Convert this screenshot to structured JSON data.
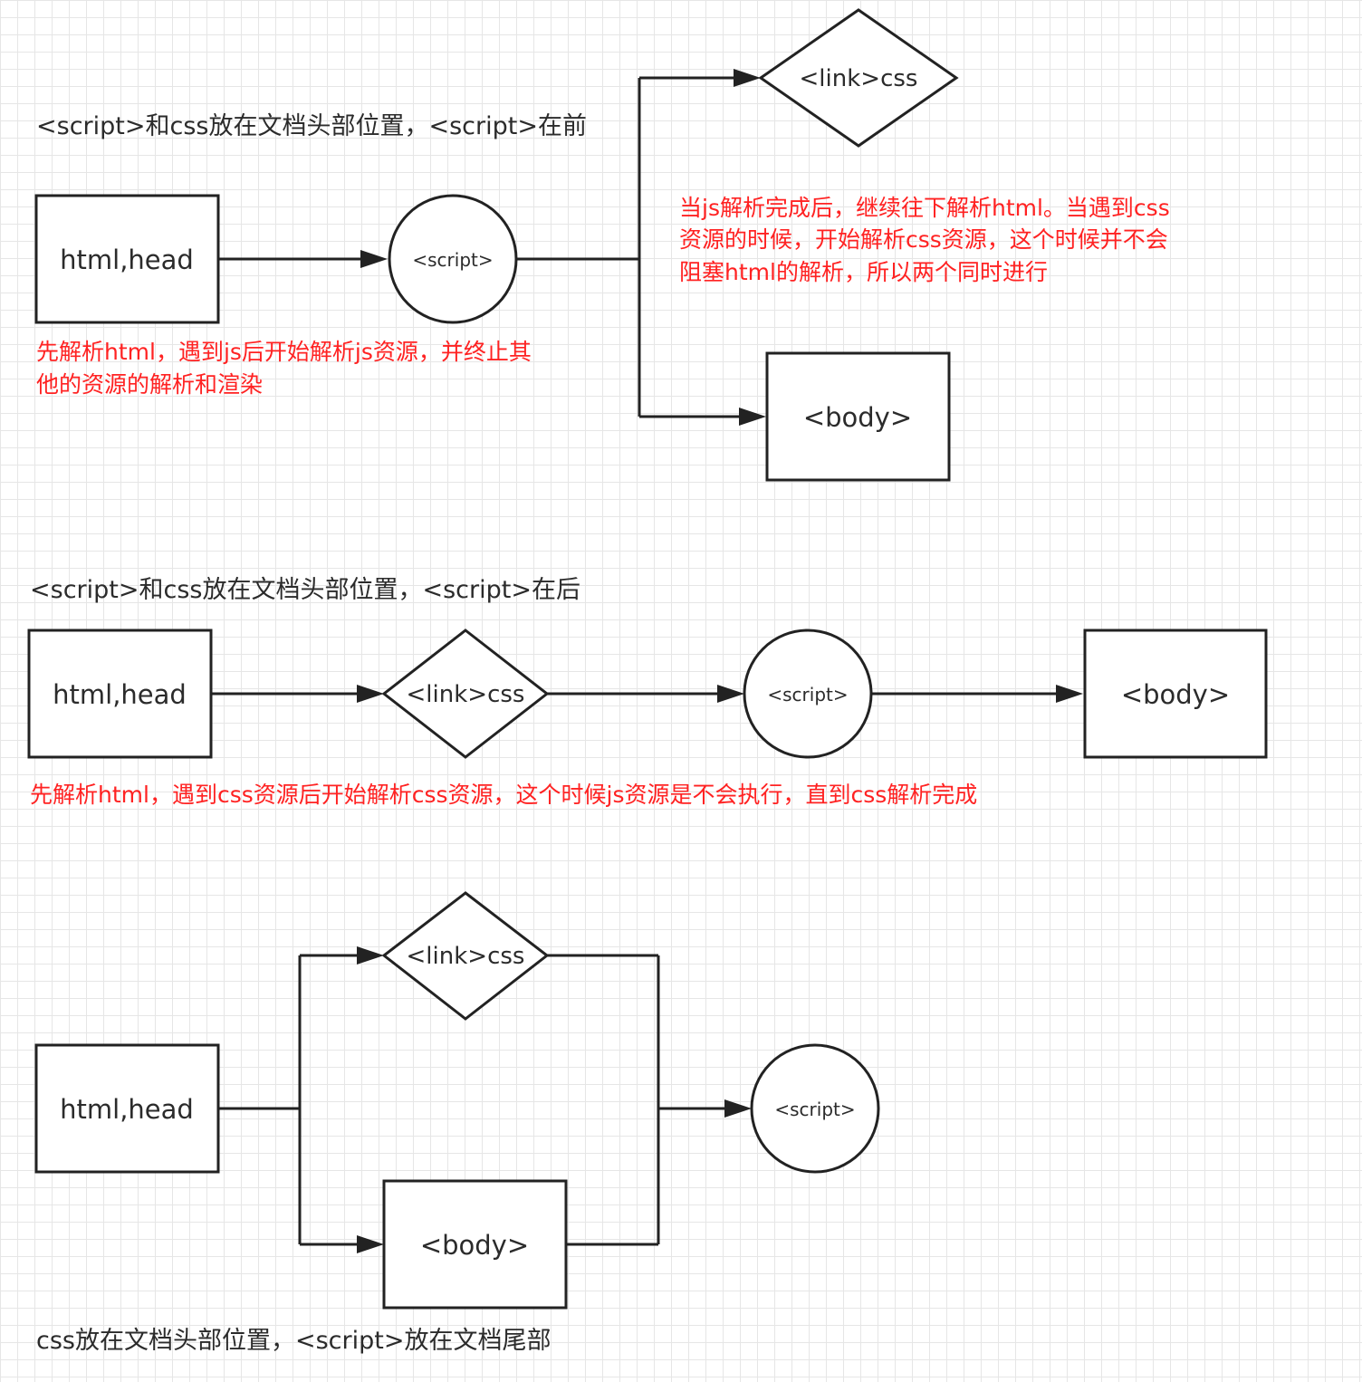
{
  "section1": {
    "heading": "<script>和css放在文档头部位置，<script>在前",
    "node_html": "html,head",
    "node_script": "<script>",
    "node_link": "<link>css",
    "node_body": "<body>",
    "note_left": [
      "先解析html，遇到js后开始解析js资源，并终止其",
      "他的资源的解析和渲染"
    ],
    "note_right": [
      "当js解析完成后，继续往下解析html。当遇到css",
      "资源的时候，开始解析css资源，这个时候并不会",
      "阻塞html的解析，所以两个同时进行"
    ]
  },
  "section2": {
    "heading": "<script>和css放在文档头部位置，<script>在后",
    "node_html": "html,head",
    "node_link": "<link>css",
    "node_script": "<script>",
    "node_body": "<body>",
    "note": "先解析html，遇到css资源后开始解析css资源，这个时候js资源是不会执行，直到css解析完成"
  },
  "section3": {
    "heading": "css放在文档头部位置，<script>放在文档尾部",
    "node_html": "html,head",
    "node_link": "<link>css",
    "node_body": "<body>",
    "node_script": "<script>"
  },
  "colors": {
    "stroke": "#222222",
    "note_text": "#ff2222",
    "label_text": "#2b2b2b",
    "grid": "#e6e6e6"
  }
}
